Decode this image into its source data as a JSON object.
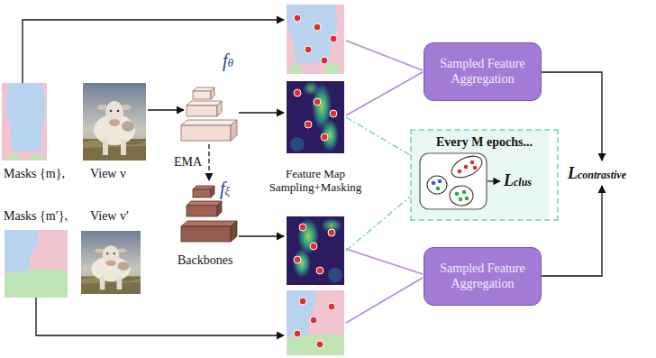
{
  "diagram": {
    "nodes": [
      {
        "text": [
          "Sampled Feature Aggregation"
        ]
      },
      {
        "text": [
          "Sampled Feature Aggregation"
        ]
      },
      {
        "text": [
          "Every M epochs...",
          "Lclus"
        ]
      }
    ],
    "labels": [
      "fθ",
      "Masks {m},",
      "View v",
      "EMA",
      "Feature Map Sampling+Masking",
      "fξ",
      "Masks {m′},",
      "View v′",
      "Backbones",
      "Lcontrastive"
    ]
  }
}
